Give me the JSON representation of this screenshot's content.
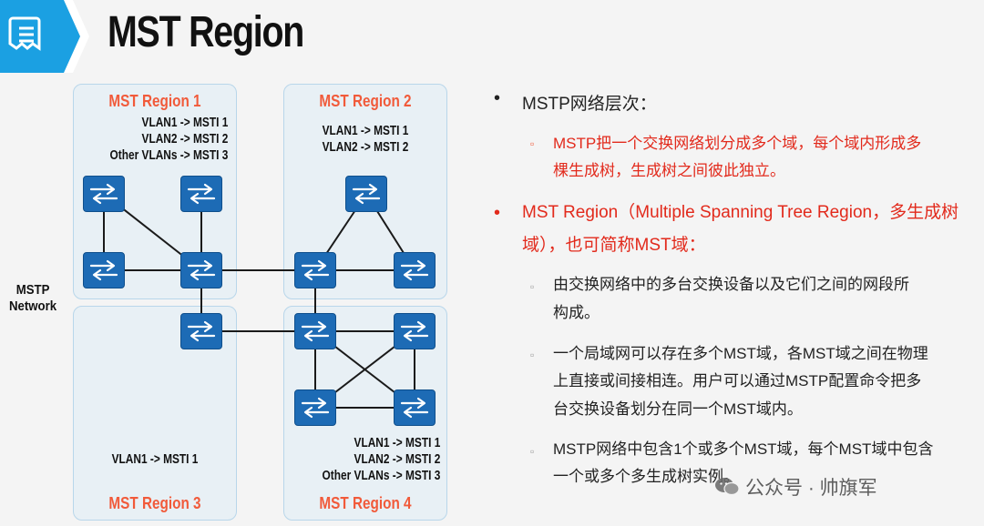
{
  "page": {
    "title": "MST Region"
  },
  "colors": {
    "accent_blue": "#1ba0e2",
    "region_label": "#f15a3a",
    "highlight_red": "#e22a1c",
    "switch_blue": "#1d6bb5"
  },
  "diagram": {
    "network_label_line1": "MSTP",
    "network_label_line2": "Network",
    "regions": [
      {
        "name": "MST Region 1",
        "mappings": [
          "VLAN1 -> MSTI 1",
          "VLAN2 -> MSTI 2",
          "Other VLANs -> MSTI 3"
        ]
      },
      {
        "name": "MST Region 2",
        "mappings": [
          "VLAN1 -> MSTI 1",
          "VLAN2 -> MSTI 2"
        ]
      },
      {
        "name": "MST Region 3",
        "mappings": [
          "VLAN1 -> MSTI 1"
        ]
      },
      {
        "name": "MST Region 4",
        "mappings": [
          "VLAN1 -> MSTI 1",
          "VLAN2 -> MSTI 2",
          "Other VLANs -> MSTI 3"
        ]
      }
    ],
    "switch_icon": "switch-arrows-icon"
  },
  "bullets": {
    "b1_title": "MSTP网络层次：",
    "b1_sub_line1": "MSTP把一个交换网络划分成多个域，每个域内形成多",
    "b1_sub_line2": "棵生成树，生成树之间彼此独立。",
    "b2_title_line1": "MST Region（Multiple Spanning Tree Region，多生成树",
    "b2_title_line2": "域），也可简称MST域：",
    "b2_sub1_line1": "由交换网络中的多台交换设备以及它们之间的网段所",
    "b2_sub1_line2": "构成。",
    "b2_sub2_line1": "一个局域网可以存在多个MST域，各MST域之间在物理",
    "b2_sub2_line2": "上直接或间接相连。用户可以通过MSTP配置命令把多",
    "b2_sub2_line3": "台交换设备划分在同一个MST域内。",
    "b2_sub3_line1": "MSTP网络中包含1个或多个MST域，每个MST域中包含",
    "b2_sub3_line2": "一个或多个多生成树实例。"
  },
  "watermark": {
    "text": "公众号 · 帅旗军",
    "icon": "wechat-icon"
  }
}
